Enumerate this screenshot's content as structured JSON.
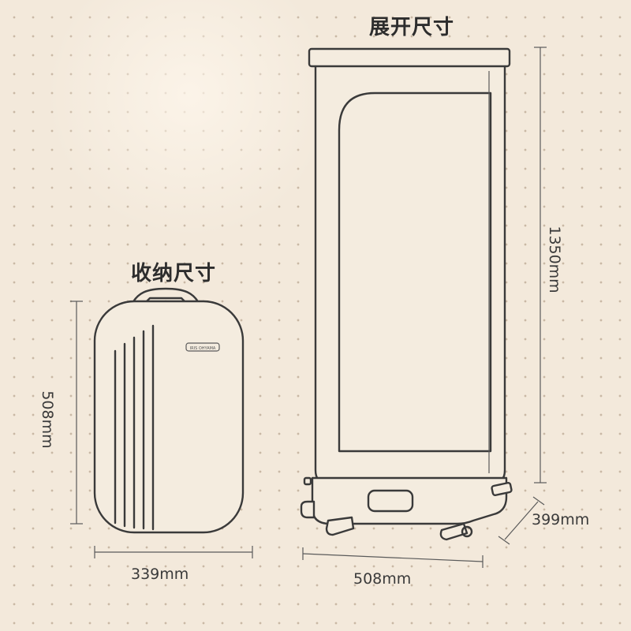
{
  "storage": {
    "title": "收纳尺寸",
    "height": "508mm",
    "width": "339mm",
    "brand_label": "IRIS OHYAMA"
  },
  "expanded": {
    "title": "展开尺寸",
    "height": "1350mm",
    "width": "508mm",
    "depth": "399mm"
  }
}
